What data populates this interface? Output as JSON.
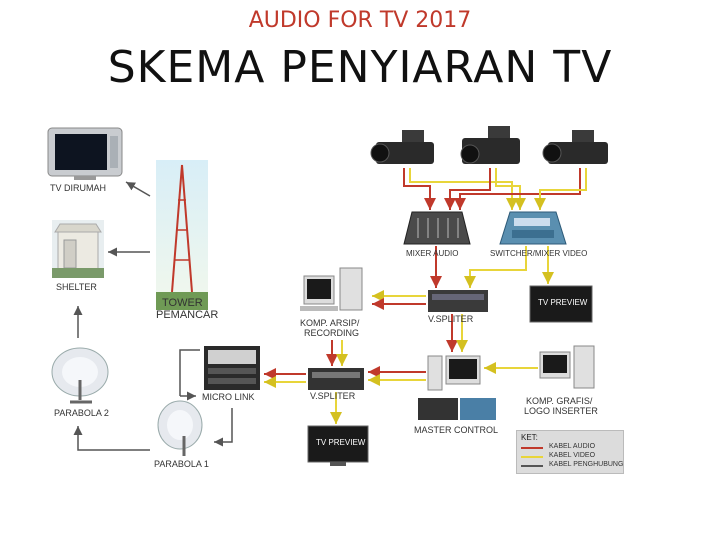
{
  "header": {
    "subtitle": "AUDIO FOR TV 2017",
    "title": "SKEMA PENYIARAN TV"
  },
  "labels": {
    "tv_rumah": "TV DIRUMAH",
    "shelter": "SHELTER",
    "tower_1": "TOWER",
    "tower_2": "PEMANCAR",
    "parabola_2": "PARABOLA 2",
    "parabola_1": "PARABOLA 1",
    "micro_link": "MICRO LINK",
    "komp_arsip_1": "KOMP. ARSIP/",
    "komp_arsip_2": "RECORDING",
    "v_spliter_top": "V.SPLITER",
    "v_spliter_left": "V.SPLITER",
    "tv_preview_top": "TV PREVIEW",
    "tv_preview_bottom": "TV PREVIEW",
    "mixer_audio": "MIXER AUDIO",
    "switcher": "SWITCHER/MIXER VIDEO",
    "komp_grafis_1": "KOMP. GRAFIS/",
    "komp_grafis_2": "LOGO INSERTER",
    "master_control": "MASTER CONTROL"
  },
  "legend": {
    "title": "KET:",
    "items": [
      {
        "label": "KABEL AUDIO",
        "color": "#c0392b"
      },
      {
        "label": "KABEL VIDEO",
        "color": "#e8d53a"
      },
      {
        "label": "KABEL PENGHUBUNG",
        "color": "#555555"
      }
    ]
  },
  "colors": {
    "audio_cable": "#c0392b",
    "video_cable": "#e8d53a",
    "link_cable": "#555555"
  }
}
